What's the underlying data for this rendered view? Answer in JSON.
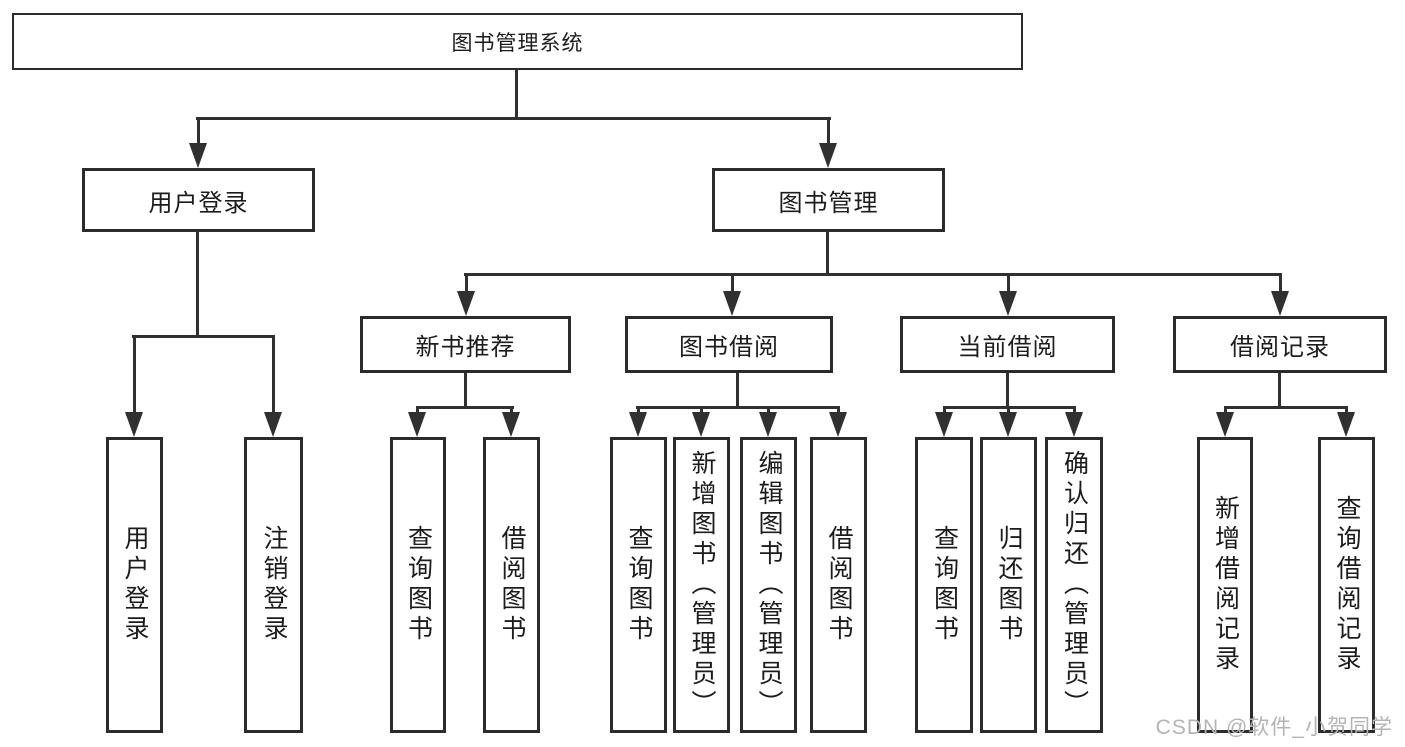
{
  "diagram_title": "图书管理系统",
  "tree": {
    "label": "图书管理系统",
    "children": [
      {
        "label": "用户登录",
        "children": [
          {
            "label": "用户登录"
          },
          {
            "label": "注销登录"
          }
        ]
      },
      {
        "label": "图书管理",
        "children": [
          {
            "label": "新书推荐",
            "children": [
              {
                "label": "查询图书"
              },
              {
                "label": "借阅图书"
              }
            ]
          },
          {
            "label": "图书借阅",
            "children": [
              {
                "label": "查询图书"
              },
              {
                "label": "新增图书（管理员）"
              },
              {
                "label": "编辑图书（管理员）"
              },
              {
                "label": "借阅图书"
              }
            ]
          },
          {
            "label": "当前借阅",
            "children": [
              {
                "label": "查询图书"
              },
              {
                "label": "归还图书"
              },
              {
                "label": "确认归还（管理员）"
              }
            ]
          },
          {
            "label": "借阅记录",
            "children": [
              {
                "label": "新增借阅记录"
              },
              {
                "label": "查询借阅记录"
              }
            ]
          }
        ]
      }
    ]
  },
  "watermark": {
    "text": "CSDN @软件_小贺同学"
  },
  "colors": {
    "line": "#303030",
    "border": "#2b2b2b",
    "text": "#1c1c1c",
    "watermark": "#b4b4b4",
    "bg": "#ffffff"
  }
}
